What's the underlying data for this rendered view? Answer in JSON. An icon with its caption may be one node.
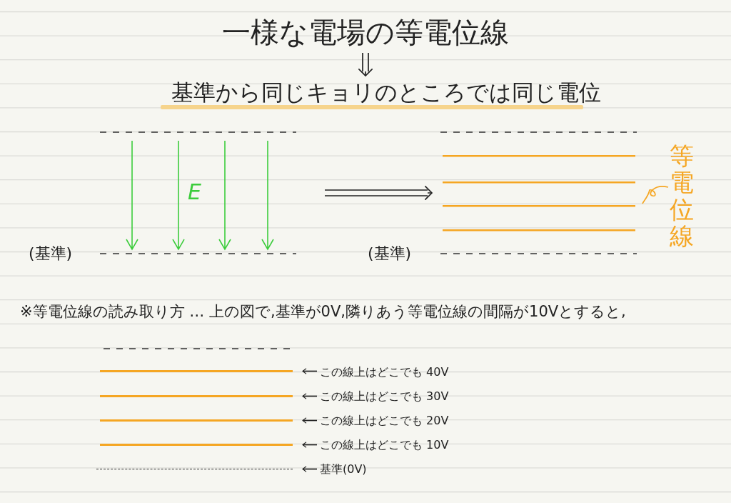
{
  "diagram": {
    "nodes": [
      {
        "text": [
          "一様な電場の等電位線"
        ]
      },
      {
        "text": [
          "基準から同じキョリのところでは同じ電位"
        ]
      },
      {
        "text": [
          "E"
        ],
        "beside": [
          "(基準)"
        ]
      },
      {
        "text": [],
        "shape": "picture",
        "beside": [
          "(基準)"
        ]
      },
      {
        "text": [
          "等電位線"
        ]
      },
      {
        "text": [],
        "shape": "line"
      },
      {
        "text": [],
        "shape": "line"
      },
      {
        "text": [],
        "shape": "line"
      },
      {
        "text": [],
        "shape": "line"
      },
      {
        "text": [],
        "shape": "line"
      },
      {
        "text": [
          "この線上はどこでも 40V"
        ]
      },
      {
        "text": [
          "この線上はどこでも 30V"
        ]
      },
      {
        "text": [
          "この線上はどこでも 20V"
        ]
      },
      {
        "text": [
          "この線上はどこでも 10V"
        ]
      },
      {
        "text": [
          "基準(0V)"
        ]
      }
    ],
    "edges": [
      {
        "from": 0,
        "to": 1,
        "arrow": "to"
      },
      {
        "from": 2,
        "to": 3,
        "arrow": "to"
      },
      {
        "from": 4,
        "to": 3,
        "arrow": "none",
        "color": "#f5a623"
      },
      {
        "from": 10,
        "to": 5,
        "arrow": "to"
      },
      {
        "from": 11,
        "to": 6,
        "arrow": "to"
      },
      {
        "from": 12,
        "to": 7,
        "arrow": "to"
      },
      {
        "from": 13,
        "to": 8,
        "arrow": "to"
      },
      {
        "from": 14,
        "to": 9,
        "arrow": "to"
      }
    ],
    "labels": [
      "※等電位線の読み取り方 … 上の図で,基準が0V,隣りあう等電位線の間隔が10Vとすると,"
    ]
  }
}
